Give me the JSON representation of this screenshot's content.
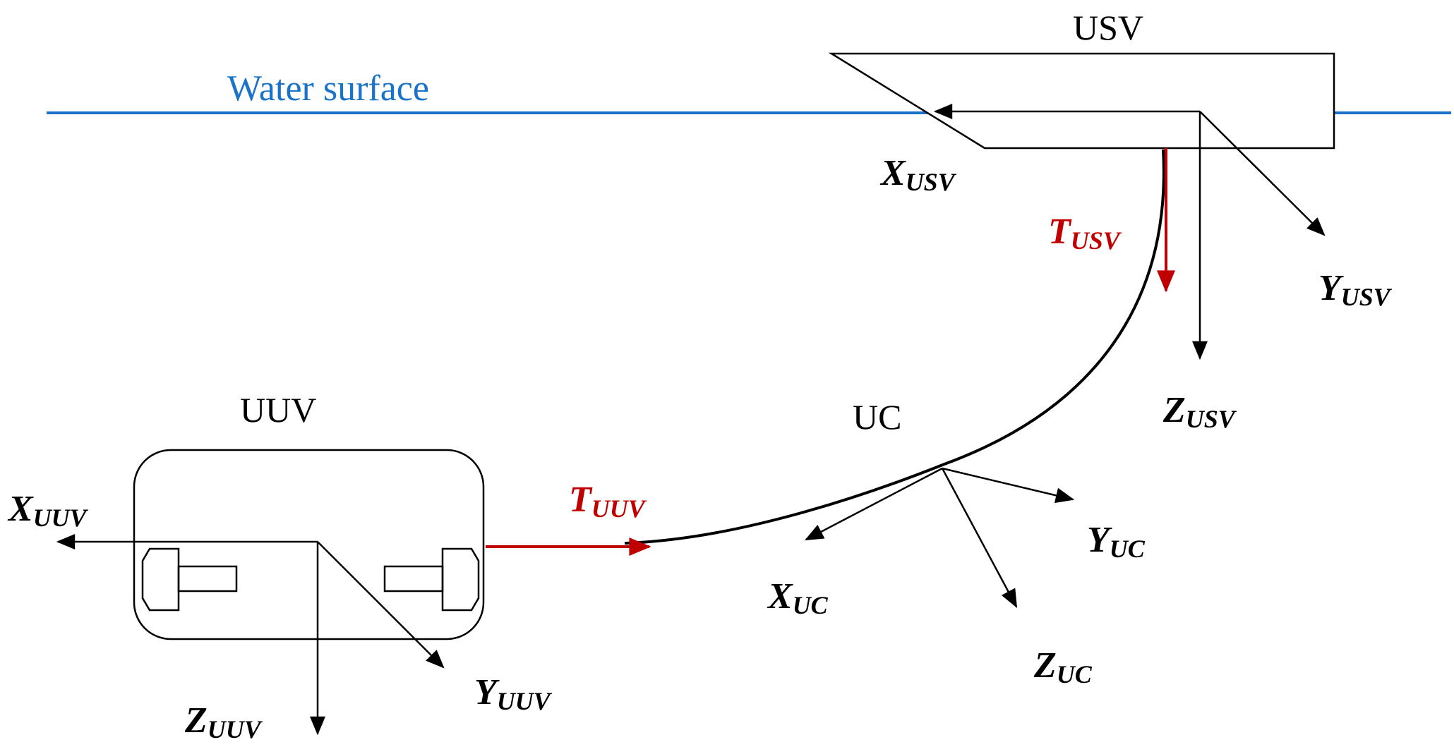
{
  "colors": {
    "water": "#1a73c8",
    "force": "#c00000",
    "line": "#000000"
  },
  "water_surface": {
    "label": "Water surface"
  },
  "vehicles": {
    "usv": {
      "label": "USV"
    },
    "uuv": {
      "label": "UUV"
    },
    "cable": {
      "label": "UC"
    }
  },
  "axes": {
    "usv": {
      "x": {
        "main": "X",
        "sub": "USV"
      },
      "y": {
        "main": "Y",
        "sub": "USV"
      },
      "z": {
        "main": "Z",
        "sub": "USV"
      }
    },
    "uuv": {
      "x": {
        "main": "X",
        "sub": "UUV"
      },
      "y": {
        "main": "Y",
        "sub": "UUV"
      },
      "z": {
        "main": "Z",
        "sub": "UUV"
      }
    },
    "uc": {
      "x": {
        "main": "X",
        "sub": "UC"
      },
      "y": {
        "main": "Y",
        "sub": "UC"
      },
      "z": {
        "main": "Z",
        "sub": "UC"
      }
    }
  },
  "forces": {
    "usv": {
      "main": "T",
      "sub": "USV"
    },
    "uuv": {
      "main": "T",
      "sub": "UUV"
    }
  }
}
